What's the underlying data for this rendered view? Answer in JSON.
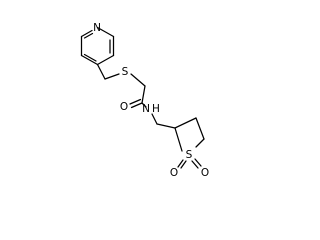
{
  "molecule": {
    "atom_labels": {
      "n_pyridine": "N",
      "s_thioether": "S",
      "o_carbonyl": "O",
      "n_amide": "N",
      "h_amide": "H",
      "s_sulfone": "S",
      "o_sulfone_left": "O",
      "o_sulfone_right": "O"
    },
    "colors": {
      "bond": "#000000",
      "label": "#000000",
      "background": "#ffffff"
    }
  }
}
